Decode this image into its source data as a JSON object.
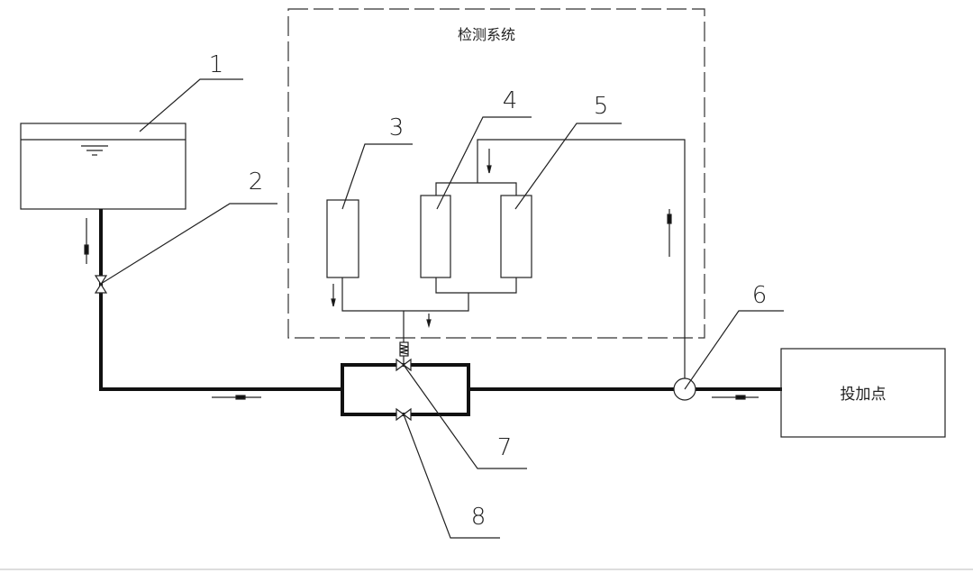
{
  "system_title": "检测系统",
  "dosing_point": "投加点",
  "labels": {
    "l1": "1",
    "l2": "2",
    "l3": "3",
    "l4": "4",
    "l5": "5",
    "l6": "6",
    "l7": "7",
    "l8": "8"
  }
}
